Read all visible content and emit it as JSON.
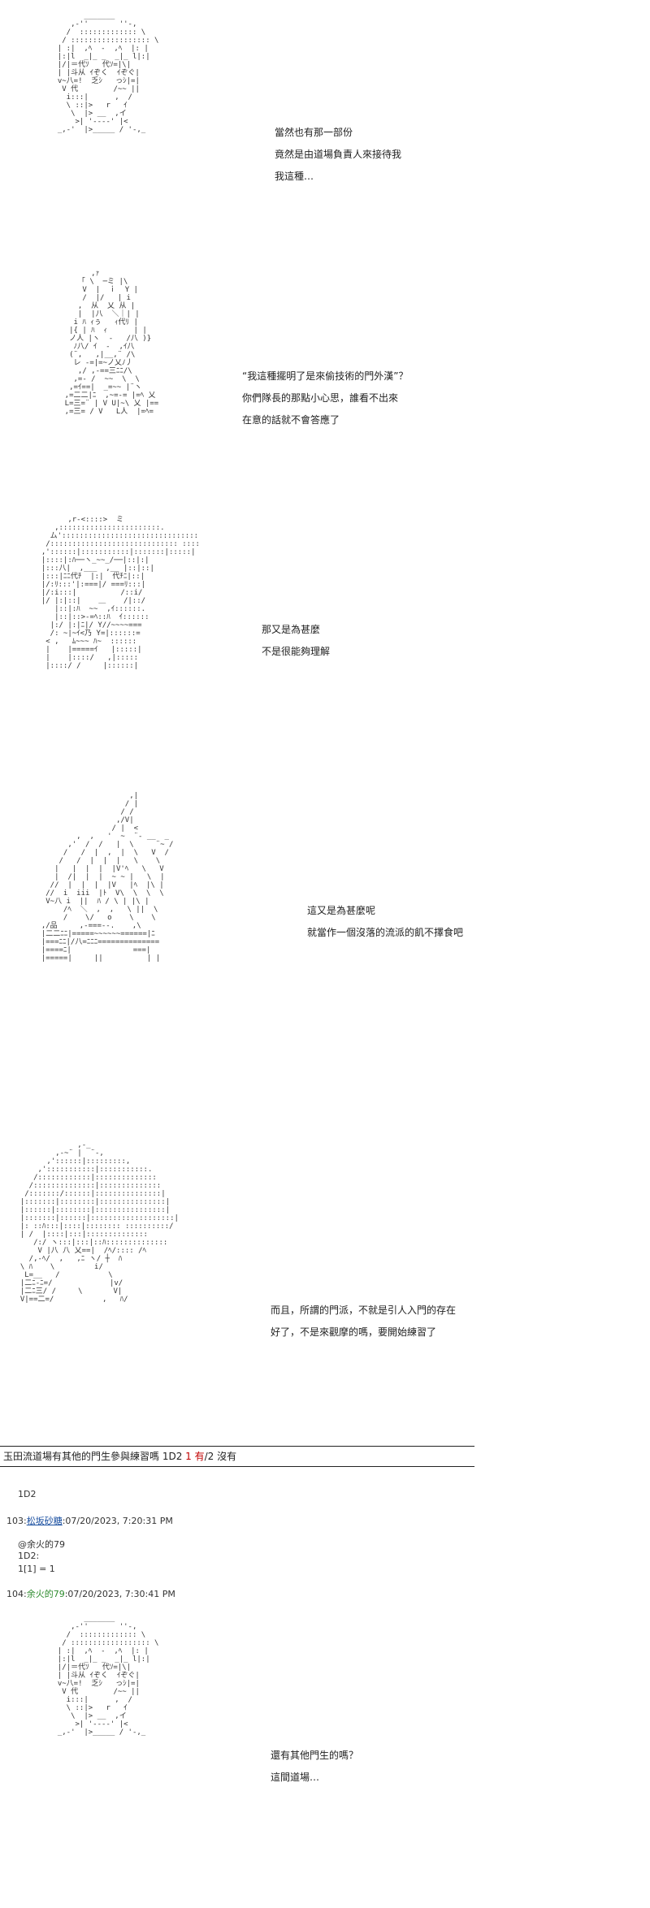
{
  "panels": [
    {
      "art": "        _______\n     ,-''       ''-,\n    /  ::::::::::::: \\\n   / :::::::::::::::::: \\\n  | :|  ,ﾍ  -  ,ﾍ  |: |\n  |:|l  _|_ _  _|_ l|:|\n  |/|＝代ｿ   代ｿ=|\\|\n  | |斗从 ｲぞく  ｲぞぐ|\n  v~八=!  乏ｼ   っｼ|=|\n   V 代        /~~ ||\n    i:::|      ,  /\n    \\ ::|>   r   ｲ\n     \\  |> __  ,イ\n      >| '----' |<\n  _,-'  |>_____ / '-,_",
      "lines": [
        "當然也有那一部份",
        "竟然是由道場負責人來接待我",
        "我這種…"
      ]
    },
    {
      "art": "          ,ｧ\n       「 \\  ─ミ |\\\n        V  |  ｉ  Y |\n        /  |/   | i\n       ,  从  乂 从 |\n       |  |八  ＼｜| |\n      i ﾊ ｨぅ   ｨ代ﾘ |\n     |{ | ﾊ  ｨ      | |\n     ノ人 |ヽ  ‐   /八 )}\n      ﾉ八/ ｲ  -  ,ｲ八 \n     (¨,   ,|__,¨ /\\  \n      レ -=|=~ノ乂ﾉ丿\n       ,/ ,-==三ﾆﾆ/\\ \n      ,=- /  ~~  \\  \\\n     ,=ｲ==|  _=~~ |¨ヽ\n    ,=二二|ﾆ  ,~=-= |=ﾍ 乂\n    L=三=¨ | V U|~\\ 乂 |==\n    ,=三= / V   L人  |=ﾍ=",
      "lines": [
        "“我這種擺明了是來偷技術的門外漢”？",
        "你們隊長的那點小心思，誰看不出來",
        "在意的話就不會答應了"
      ]
    },
    {
      "art": "        ,r-<::::>  ミ\n     ,:::::::::::::::::::::::.\n    ム':::::::::::::::::::::::::::::::\n   /::::::::::::::::::::::::::::: ::::\n  ,'::::::|:::::::::::|:::::::|:::::|\n  |::::|:ﾊ──ヽ_~~_/──|::|:|\n  |:::八|  ,___  ,__ |::|::|\n  |:::|ﾆﾆ代ﾁ  |:|  代ﾁﾆ|::|\n  |/:ﾘ:::'|:===|/ ===ﾘ:::|\n  |/:i:::|          /::i/\n  |/ |:|::|    ＿    /|::/\n     |::|:ﾊ  ~~  ,ｲ::::::.\n     |::|::>-=ﾍ::ﾊ  ｲ::::::\n    |:/ |:|ﾆ|/ Y//~~~~===\n    /: ~|~ｲ<乃 Y=|::::::=\n   < ,   ﾑ~~~ ﾊ~  ::::::\n   |    |=====ｲ   |:::::|\n   |    |::::/   ,|::::: \n   |::::/ /     |::::::|",
      "lines": [
        "那又是為甚麼",
        "不是很能夠理解"
      ]
    },
    {
      "art": "                      ,|\n                     / |\n                    / /\n                   ,/V|\n                  / |  <\n          ,  ,   '  ~  ¨- __  _\n        ,'  /  /   |  \\     ¨~ /\n       /   /  |  ,  |  \\   V  /\n      /   /  |  |  |   \\    \\\n     |   |  |  |  |V'ﾍ   \\   V\n     |  /|  |  |  ~ ~ |   \\  |\n    //  |  |  |  |V   |ﾍ  |\\ |\n   //  i  iii  |ﾄ  V\\  \\  \\  \\\n   V~八 i  ||  ﾊ / \\ | |\\ |\n       /ﾍ  ＼  ,  ,   \\ ||  \\\n       /    \\/   o    \\    \\\n  ,/品     ,-===--.    ,\\\n  |二二ﾆﾆ|=====~~~~~~======|ﾆ\n  |===ﾆﾆ|/八=ﾆﾆﾆ==============\n  |====ﾆ|              ===|\n  |=====|     ||          | |",
      "lines": [
        "這又是為甚麼呢",
        "就當作一個沒落的流派的飢不擇食吧"
      ]
    },
    {
      "art": "               ,-_\n          ,-~¨ |  ¨-,\n        ,'::::::|:::::::::,\n      ,':::::::::::|:::::::::::.\n     /::::::::::::|::::::::::::::\n    /::::::::::::::|::::::::::::::\n   /:::::::/::::::|:::::::::::::::|\n  |:::::::|::::::::|:::::::::::::::|\n  |::::::|::::::::|::::::::::::::::|\n  |:::::::|::::::|:::::::::::::::::::|\n  |: ::ﾊ:::|::::|:::::::: ::::::::::/\n  | /  |::::|:::|::::::::::::::\n     /:/ ヽ:::|:::|::ﾊ::::::::::::::\n      V |八 八 乂==|  /ﾍ/:::: /ﾍ\n    /,-ﾍ/  ,   ,ﾆ ヽ/ ┼  ﾊ\n  \\ ﾊ    \\         i/\n   L=__   /           \\\n  |二ﾆ-ﾆ=/             |v/\n  |二ﾆ三/ /     \\       V|\n  V|==二=/           ,   ﾊ/",
      "lines": [
        "而且，所謂的門派，不就是引人入門的存在",
        "好了，不是來觀摩的嗎，要開始練習了"
      ]
    }
  ],
  "vote": {
    "text": "玉田流道場有其他的門生參與練習嗎 1D2 ",
    "opt1": "1 有",
    "sep": "/",
    "opt2": "2 沒有"
  },
  "dice_label": "1D2",
  "post103": {
    "num": "103:",
    "user": "松坂砂糖",
    "date": ":07/20/2023, 7:20:31 PM",
    "line1": "@余火的79",
    "line2": "1D2:",
    "line3": "1[1] = 1"
  },
  "post104": {
    "num": "104:",
    "user": "余火的79",
    "date": ":07/20/2023, 7:30:41 PM"
  },
  "final_panel": {
    "art": "        _______\n     ,-''       ''-,\n    /  ::::::::::::: \\\n   / :::::::::::::::::: \\\n  | :|  ,ﾍ  -  ,ﾍ  |: |\n  |:|l  _|_ _  _|_ l|:|\n  |/|＝代ｿ   代ｿ=|\\|\n  | |斗从 ｲぞく  ｲぞぐ|\n  v~八=!  乏ｼ   っｼ|=|\n   V 代        /~~ ||\n    i:::|      ,  /\n    \\ ::|>   r   ｲ\n     \\  |> __  ,イ\n      >| '----' |<\n  _,-'  |>_____ / '-,_",
    "lines": [
      "還有其他門生的嗎？",
      "這間道場…"
    ]
  }
}
